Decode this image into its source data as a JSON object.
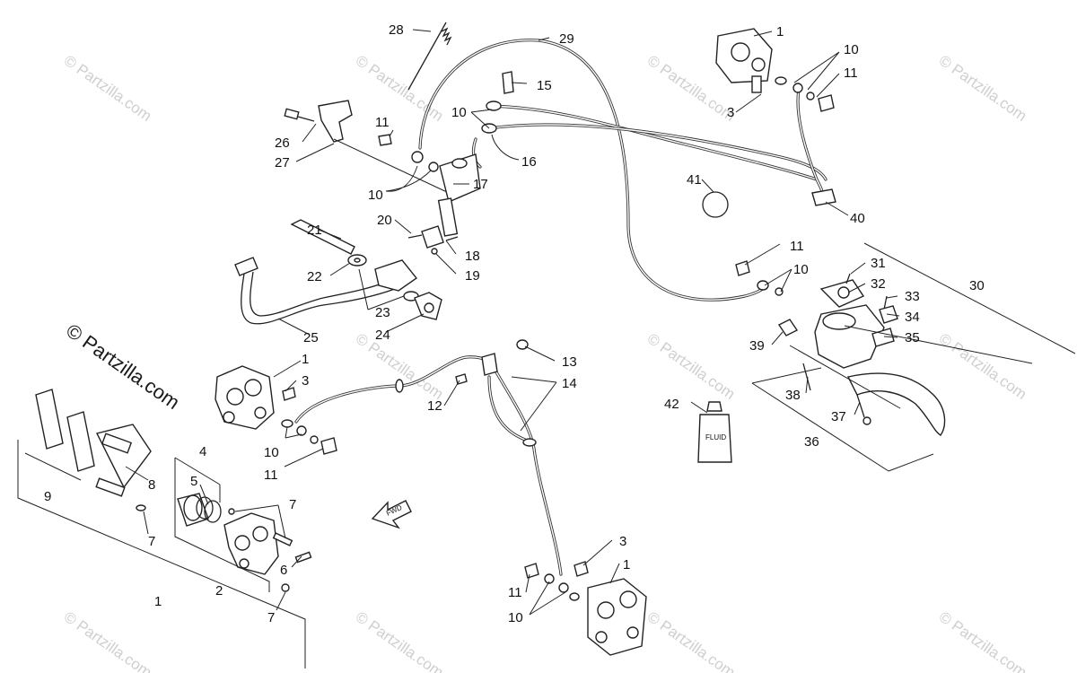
{
  "watermarks": {
    "repeat_text": "© Partzilla.com",
    "big_text": "© Partzilla.com"
  },
  "labels": {
    "l1a": "1",
    "l1b": "1",
    "l1c": "1",
    "l1d": "1",
    "l2": "2",
    "l3a": "3",
    "l3b": "3",
    "l3c": "3",
    "l4": "4",
    "l5": "5",
    "l6": "6",
    "l7a": "7",
    "l7b": "7",
    "l7c": "7",
    "l8": "8",
    "l9": "9",
    "l10a": "10",
    "l10b": "10",
    "l10c": "10",
    "l10d": "10",
    "l10e": "10",
    "l10f": "10",
    "l11a": "11",
    "l11b": "11",
    "l11c": "11",
    "l11d": "11",
    "l11e": "11",
    "l12": "12",
    "l13": "13",
    "l14": "14",
    "l15": "15",
    "l16": "16",
    "l17": "17",
    "l18": "18",
    "l19": "19",
    "l20": "20",
    "l21": "21",
    "l22": "22",
    "l23": "23",
    "l24": "24",
    "l25": "25",
    "l26": "26",
    "l27": "27",
    "l28": "28",
    "l29": "29",
    "l30": "30",
    "l31": "31",
    "l32": "32",
    "l33": "33",
    "l34": "34",
    "l35": "35",
    "l36": "36",
    "l37": "37",
    "l38": "38",
    "l39": "39",
    "l40": "40",
    "l41": "41",
    "l42": "42"
  },
  "bottle_label": "FLUID",
  "fwd_arrow_label": "FWD"
}
